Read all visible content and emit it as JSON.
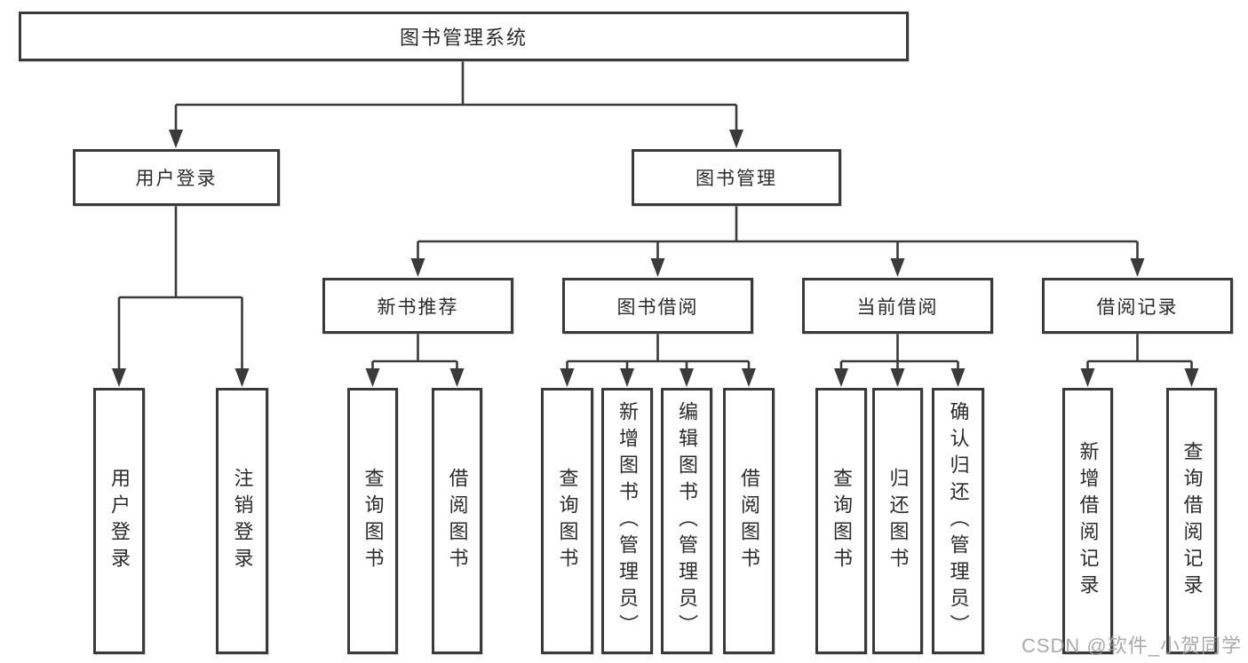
{
  "diagram": {
    "root": {
      "label": "图书管理系统"
    },
    "branches": [
      {
        "label": "用户登录",
        "children": [
          {
            "label": "用户登录"
          },
          {
            "label": "注销登录"
          }
        ]
      },
      {
        "label": "图书管理",
        "children": [
          {
            "label": "新书推荐",
            "children": [
              {
                "label": "查询图书"
              },
              {
                "label": "借阅图书"
              }
            ]
          },
          {
            "label": "图书借阅",
            "children": [
              {
                "label": "查询图书"
              },
              {
                "label": "新增图书（管理员）"
              },
              {
                "label": "编辑图书（管理员）"
              },
              {
                "label": "借阅图书"
              }
            ]
          },
          {
            "label": "当前借阅",
            "children": [
              {
                "label": "查询图书"
              },
              {
                "label": "归还图书"
              },
              {
                "label": "确认归还（管理员）"
              }
            ]
          },
          {
            "label": "借阅记录",
            "children": [
              {
                "label": "新增借阅记录"
              },
              {
                "label": "查询借阅记录"
              }
            ]
          }
        ]
      }
    ]
  },
  "watermark": {
    "text": "CSDN @软件_小贺同学"
  },
  "colors": {
    "line": "#3a3a3a",
    "box_border": "#3a3a3a",
    "text": "#2b2b2b",
    "watermark": "#9e9e9e",
    "background": "#ffffff"
  }
}
